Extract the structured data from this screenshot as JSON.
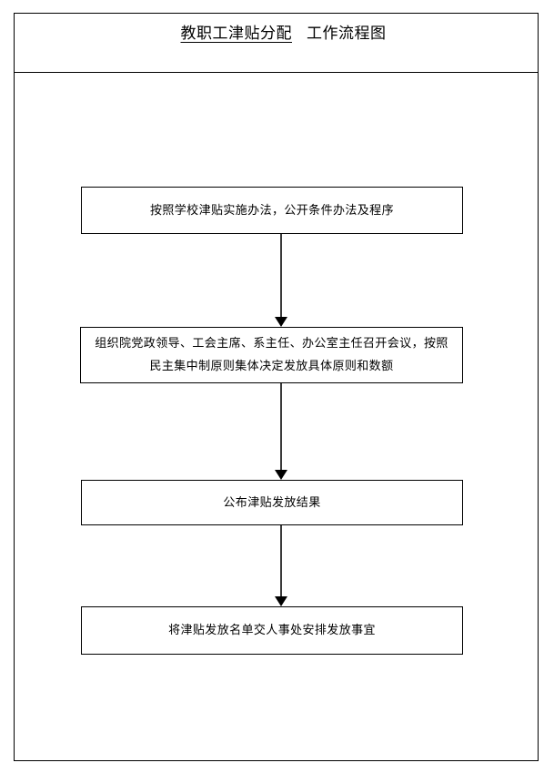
{
  "document": {
    "title_subject": "教职工津贴分配",
    "title_suffix": "工作流程图"
  },
  "flow": {
    "nodes": [
      {
        "id": "node-1",
        "text": "按照学校津贴实施办法，公开条件办法及程序"
      },
      {
        "id": "node-2",
        "text": "组织院党政领导、工会主席、系主任、办公室主任召开会议，按照\n民主集中制原则集体决定发放具体原则和数额"
      },
      {
        "id": "node-3",
        "text": "公布津贴发放结果"
      },
      {
        "id": "node-4",
        "text": "将津贴发放名单交人事处安排发放事宜"
      }
    ],
    "connectors": [
      {
        "id": "connector-1",
        "from": "node-1",
        "to": "node-2",
        "shape": "down-arrow"
      },
      {
        "id": "connector-2",
        "from": "node-2",
        "to": "node-3",
        "shape": "down-arrow"
      },
      {
        "id": "connector-3",
        "from": "node-3",
        "to": "node-4",
        "shape": "down-arrow"
      }
    ]
  },
  "style": {
    "page_background": "#ffffff",
    "line_color": "#000000",
    "text_color": "#000000",
    "arrow_shaft_color": "#3a3a3a"
  }
}
